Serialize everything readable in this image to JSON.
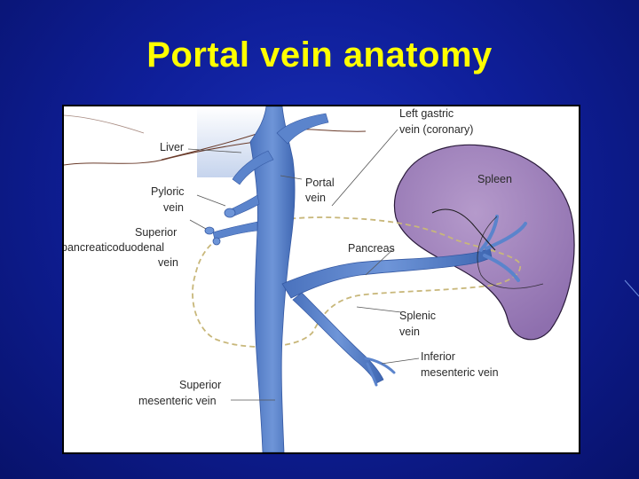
{
  "slide": {
    "title": "Portal vein anatomy"
  },
  "figure": {
    "labels": {
      "liver": "Liver",
      "pyloric_1": "Pyloric",
      "pyloric_2": "vein",
      "spd_1": "Superior",
      "spd_2": "pancreaticoduodenal",
      "spd_3": "vein",
      "portal_1": "Portal",
      "portal_2": "vein",
      "left_gastric_1": "Left gastric",
      "left_gastric_2": "vein (coronary)",
      "spleen": "Spleen",
      "pancreas": "Pancreas",
      "splenic_1": "Splenic",
      "splenic_2": "vein",
      "imv_1": "Inferior",
      "imv_2": "mesenteric vein",
      "smv_1": "Superior",
      "smv_2": "mesenteric vein"
    }
  },
  "colors": {
    "background": "#0f1f9a",
    "title": "#ffff00",
    "vein": "#5b84cc",
    "vein_dark": "#3d63ad",
    "spleen": "#9b7fb8",
    "pancreas_outline": "#c8b77a"
  }
}
